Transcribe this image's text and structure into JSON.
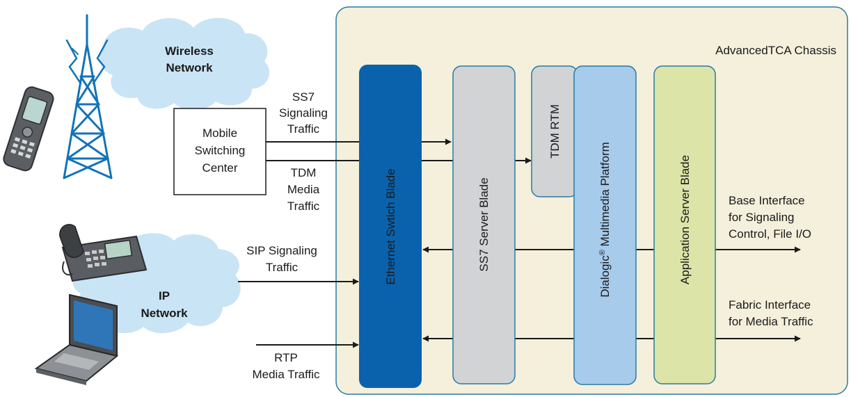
{
  "chassis": {
    "label": "AdvancedTCA Chassis",
    "fill": "#f4f0dc",
    "stroke": "#2a7aa3"
  },
  "blades": [
    {
      "id": "ethernet-switch-blade",
      "label": "Ethernet Swtich Blade",
      "fill": "#0a62ad",
      "text_color": "#ffffff"
    },
    {
      "id": "ss7-server-blade",
      "label": "SS7 Server Blade",
      "fill": "#d1d3d4",
      "text_color": "#231f20"
    },
    {
      "id": "tdm-rtm",
      "label": "TDM RTM",
      "fill": "#d1d3d4",
      "text_color": "#231f20"
    },
    {
      "id": "dialogic-multimedia-platform",
      "label_main": "Dialogic",
      "label_sup": "®",
      "label_rest": " Multimedia Platform",
      "fill": "#a7cbea",
      "text_color": "#231f20"
    },
    {
      "id": "application-server-blade",
      "label": "Application Server Blade",
      "fill": "#dde4a7",
      "text_color": "#231f20"
    }
  ],
  "clouds": {
    "wireless": {
      "line1": "Wireless",
      "line2": "Network",
      "fill": "#c9e4f5"
    },
    "ip": {
      "line1": "IP",
      "line2": "Network",
      "fill": "#c9e4f5"
    }
  },
  "msc": {
    "lines": [
      "Mobile",
      "Switching",
      "Center"
    ]
  },
  "traffic_labels": {
    "ss7": [
      "SS7",
      "Signaling",
      "Traffic"
    ],
    "tdm": [
      "TDM",
      "Media",
      "Traffic"
    ],
    "sip": [
      "SIP Signaling",
      "Traffic"
    ],
    "rtp": [
      "RTP",
      "Media Traffic"
    ]
  },
  "interfaces": {
    "base": [
      "Base Interface",
      "for Signaling",
      "Control, File I/O"
    ],
    "fabric": [
      "Fabric Interface",
      "for Media Traffic"
    ]
  },
  "icons": [
    "cell-tower-icon",
    "mobile-phone-icon",
    "desk-phone-icon",
    "laptop-icon"
  ],
  "colors": {
    "line": "#1a1a1a",
    "tower": "#1273b8",
    "cloud": "#c9e4f5"
  }
}
